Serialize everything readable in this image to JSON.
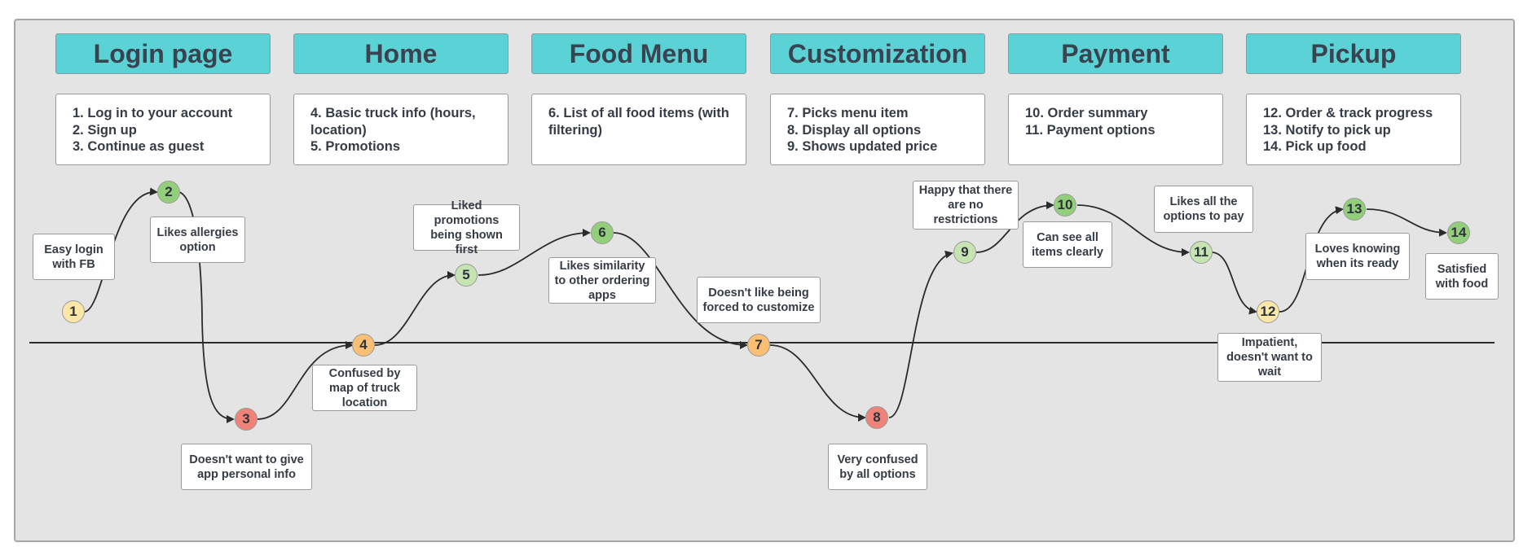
{
  "phases": [
    {
      "title": "Login page",
      "steps": [
        "1. Log in to your account",
        "2. Sign up",
        "3. Continue as guest"
      ]
    },
    {
      "title": "Home",
      "steps": [
        "4. Basic truck info (hours, location)",
        "5. Promotions"
      ]
    },
    {
      "title": "Food Menu",
      "steps": [
        "6. List of all food items (with filtering)"
      ]
    },
    {
      "title": "Customization",
      "steps": [
        "7. Picks menu item",
        "8. Display all options",
        "9. Shows updated price"
      ]
    },
    {
      "title": "Payment",
      "steps": [
        "10. Order summary",
        "11. Payment options"
      ]
    },
    {
      "title": "Pickup",
      "steps": [
        "12. Order & track progress",
        "13. Notify to pick up",
        "14. Pick up food"
      ]
    }
  ],
  "touchpoints": [
    {
      "label": "1",
      "sentiment": "neutral-positive",
      "color": "#fce7a6",
      "note": "Easy login with FB"
    },
    {
      "label": "2",
      "sentiment": "positive",
      "color": "#93cf7a",
      "note": "Likes allergies option"
    },
    {
      "label": "3",
      "sentiment": "very-negative",
      "color": "#f08378",
      "note": "Doesn't want to give app personal info"
    },
    {
      "label": "4",
      "sentiment": "negative",
      "color": "#fbbf73",
      "note": "Confused by map of truck location"
    },
    {
      "label": "5",
      "sentiment": "slightly-positive",
      "color": "#c6e4b2",
      "note": "Liked promotions being shown first"
    },
    {
      "label": "6",
      "sentiment": "positive",
      "color": "#93cf7a",
      "note": "Likes similarity to other ordering apps"
    },
    {
      "label": "7",
      "sentiment": "negative",
      "color": "#fbbf73",
      "note": "Doesn't like being forced to customize"
    },
    {
      "label": "8",
      "sentiment": "very-negative",
      "color": "#f08378",
      "note": "Very confused by all options"
    },
    {
      "label": "9",
      "sentiment": "slightly-positive",
      "color": "#c6e4b2",
      "note": "Happy that there are no restrictions"
    },
    {
      "label": "10",
      "sentiment": "positive",
      "color": "#93cf7a",
      "note": "Can see all items clearly"
    },
    {
      "label": "11",
      "sentiment": "slightly-positive",
      "color": "#c6e4b2",
      "note": "Likes all the options to pay"
    },
    {
      "label": "12",
      "sentiment": "neutral-positive",
      "color": "#fce7a6",
      "note": "Impatient, doesn't want to wait"
    },
    {
      "label": "13",
      "sentiment": "positive",
      "color": "#93cf7a",
      "note": "Loves knowing when its ready"
    },
    {
      "label": "14",
      "sentiment": "positive",
      "color": "#93cf7a",
      "note": "Satisfied with food"
    }
  ],
  "colors": {
    "phase_header": "#5bd3d6",
    "curve": "#2b2b2b",
    "baseline": "#2b2b2b"
  }
}
